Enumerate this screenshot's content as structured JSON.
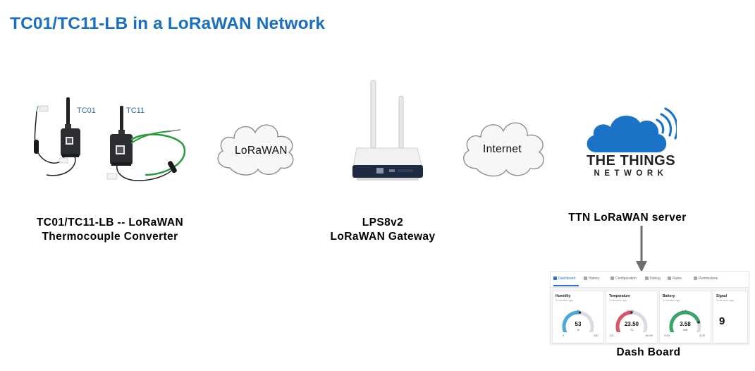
{
  "title": "TC01/TC11-LB in a LoRaWAN Network",
  "devices": {
    "tc01_label": "TC01",
    "tc11_label": "TC11"
  },
  "captions": {
    "converter_line1": "TC01/TC11-LB -- LoRaWAN",
    "converter_line2": "Thermocouple Converter",
    "gateway_line1": "LPS8v2",
    "gateway_line2": "LoRaWAN Gateway",
    "server": "TTN LoRaWAN server",
    "dashboard": "Dash Board"
  },
  "clouds": {
    "lorawan": "LoRaWAN",
    "internet": "Internet"
  },
  "ttn_logo": {
    "line1": "THE THINGS",
    "line2": "NETWORK",
    "icon": "cloud-signal-icon",
    "color": "#1a73c7"
  },
  "dashboard": {
    "tabs": [
      "Dashboard",
      "History",
      "Configuration",
      "Debug",
      "Rules",
      "Permissions"
    ],
    "active_tab": "Dashboard",
    "cards": [
      {
        "title": "Humidity",
        "sub": "3 minutes ago",
        "value": "53",
        "unit": "%",
        "min": "0",
        "max": "100",
        "mid": "50",
        "fraction": 0.53,
        "color": "#4ea8d8"
      },
      {
        "title": "Temperature",
        "sub": "3 minutes ago",
        "value": "23.50",
        "unit": "°C",
        "min": "-15...",
        "max": "60.00",
        "mid": "23.00",
        "fraction": 0.5,
        "color": "#d8546a"
      },
      {
        "title": "Battery",
        "sub": "3 minutes ago",
        "value": "3.58",
        "unit": "Volt",
        "min": "2.00",
        "max": "4.00",
        "mid": "3.00",
        "fraction": 0.79,
        "color": "#3aa36a"
      },
      {
        "title": "Signal",
        "sub": "3 minutes ago",
        "value": "9"
      }
    ]
  }
}
